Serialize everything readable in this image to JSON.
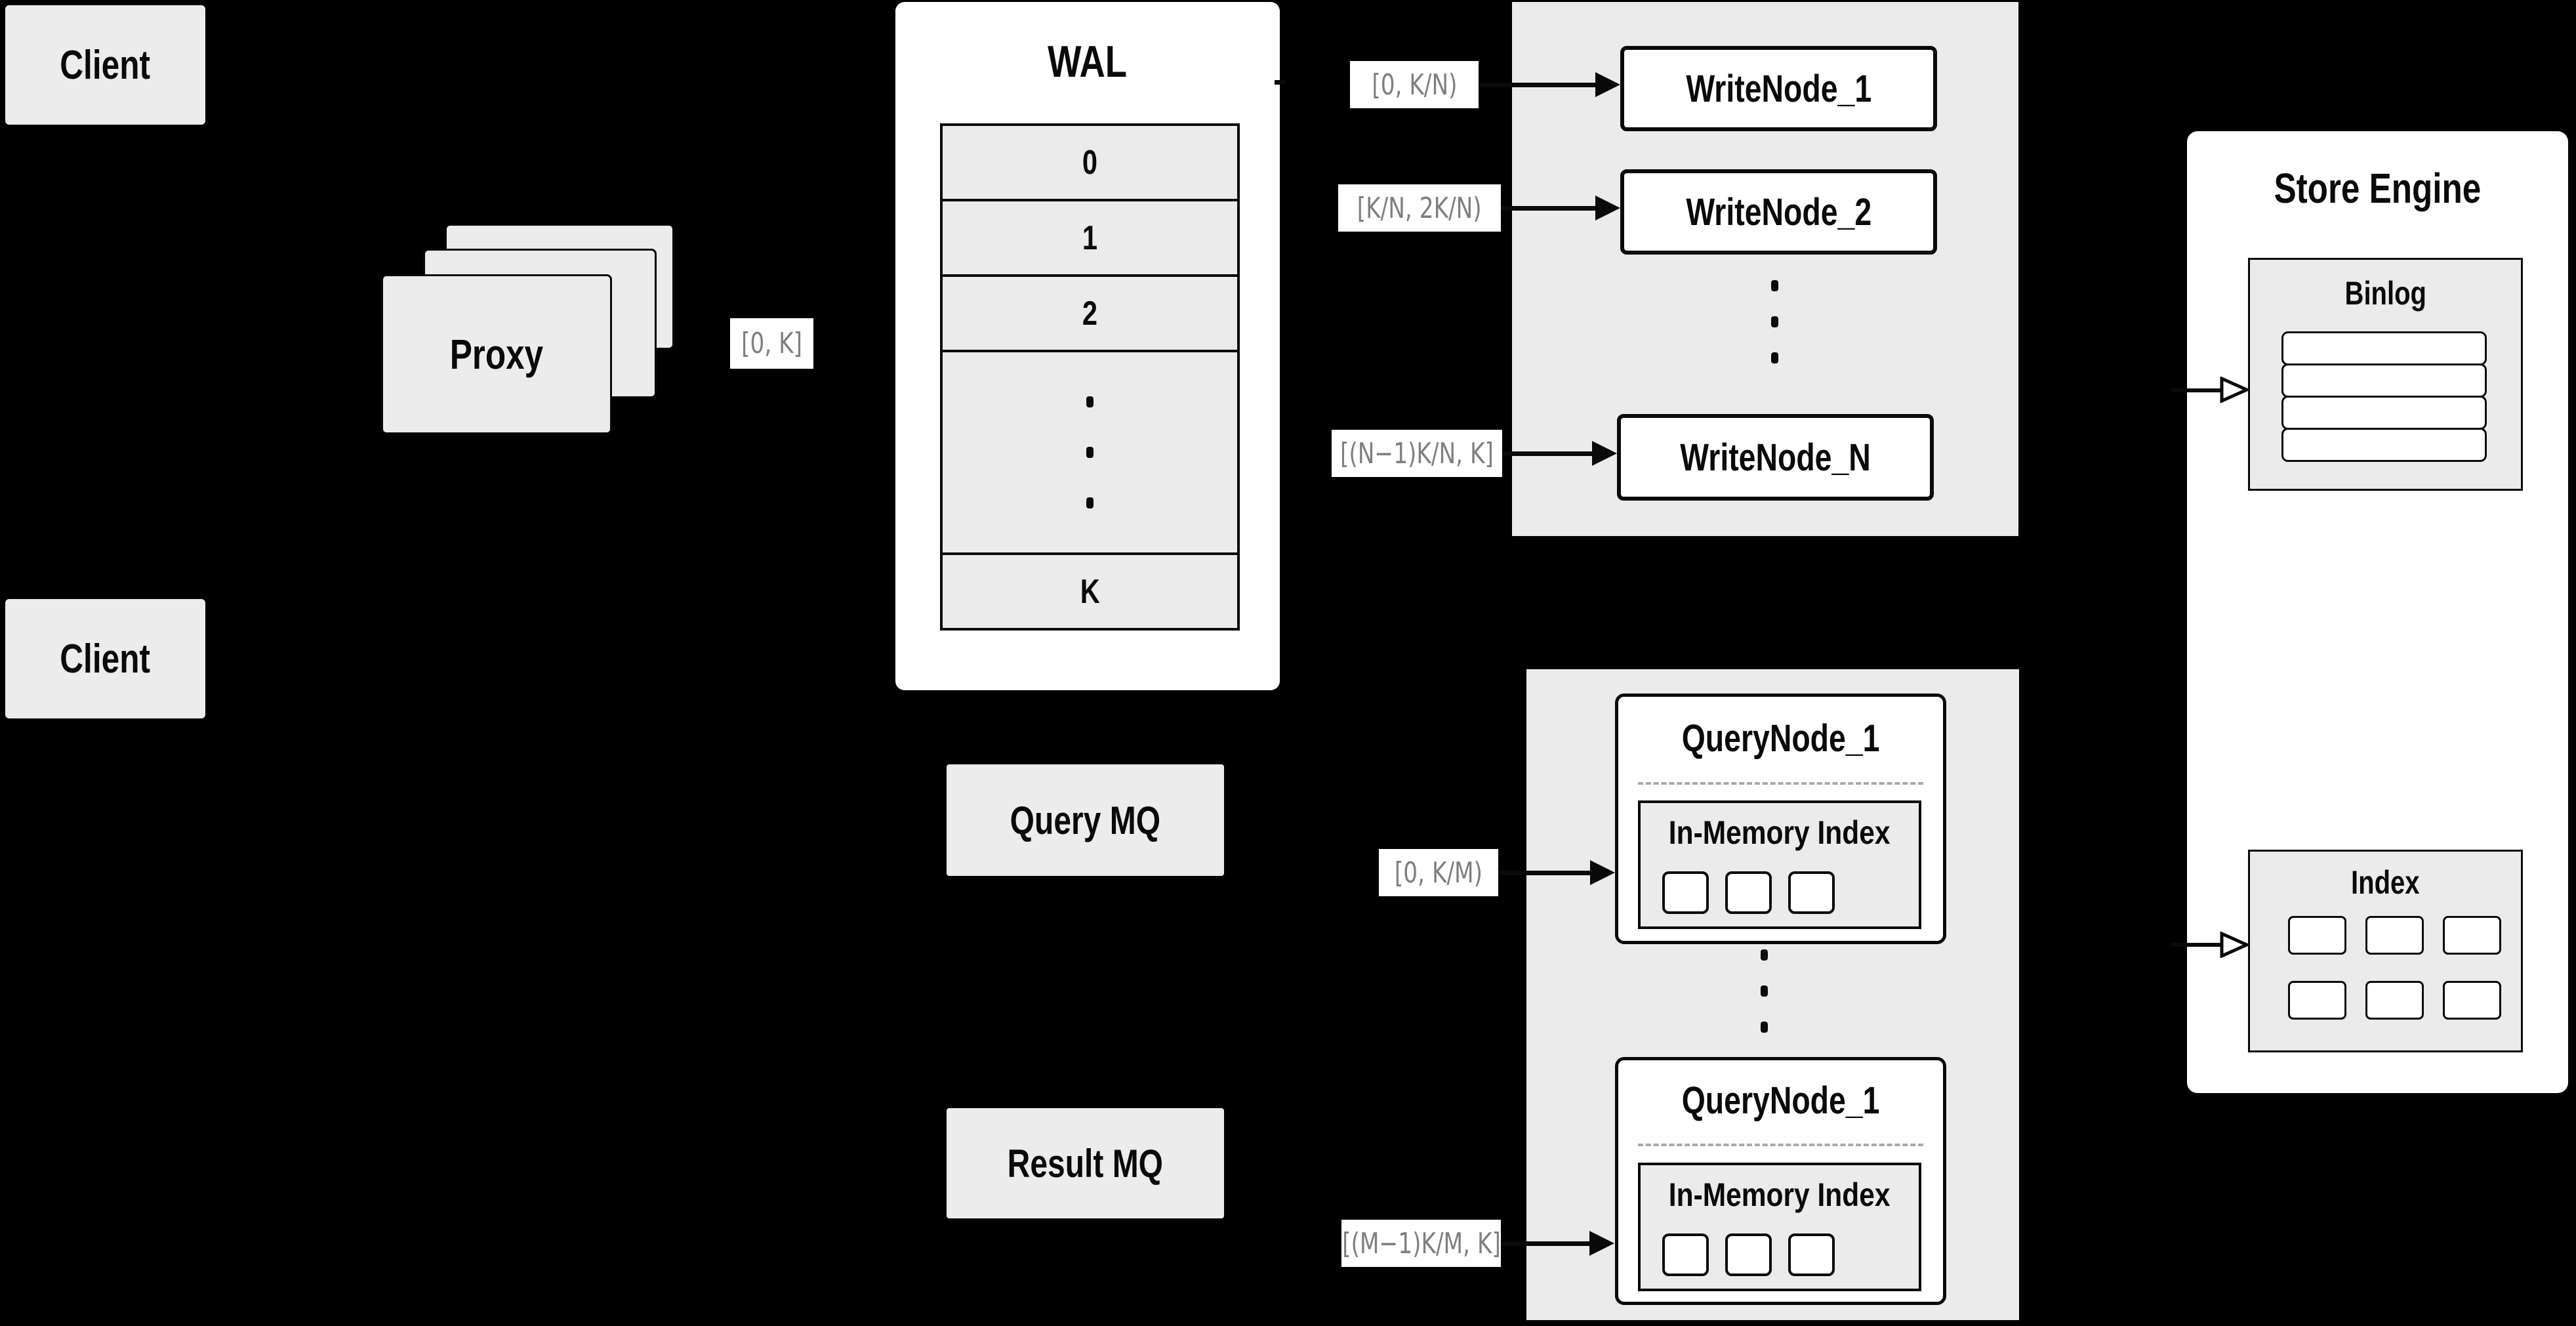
{
  "colors": {
    "background": "#000000",
    "panel_gray": "#ebebeb",
    "box_gray": "#ececec",
    "box_white": "#ffffff",
    "ink_black": "#0a0a0a",
    "label_gray_text": "#7f7f7f",
    "dashed_gray": "#aaaaaa"
  },
  "clients": {
    "top": "Client",
    "bottom": "Client"
  },
  "proxy": {
    "title": "Proxy"
  },
  "labels": {
    "proxy_range": "[0, K]",
    "write_node_1": "[0, K/N)",
    "write_node_2": "[K/N, 2K/N)",
    "write_node_n": "[(N−1)K/N, K]",
    "query_node_1": "[0, K/M)",
    "query_node_m": "[(M−1)K/M, K]"
  },
  "wal": {
    "title": "WAL",
    "segments": [
      "0",
      "1",
      "2"
    ],
    "last_segment": "K"
  },
  "write_nodes": {
    "node1": "WriteNode_1",
    "node2": "WriteNode_2",
    "nodeN": "WriteNode_N"
  },
  "mq": {
    "query": "Query MQ",
    "result": "Result MQ"
  },
  "query_nodes": {
    "top": {
      "title": "QueryNode_1",
      "index_title": "In-Memory Index"
    },
    "bottom": {
      "title": "QueryNode_1",
      "index_title": "In-Memory Index"
    }
  },
  "store_engine": {
    "title": "Store Engine",
    "binlog_title": "Binlog",
    "index_title": "Index"
  }
}
